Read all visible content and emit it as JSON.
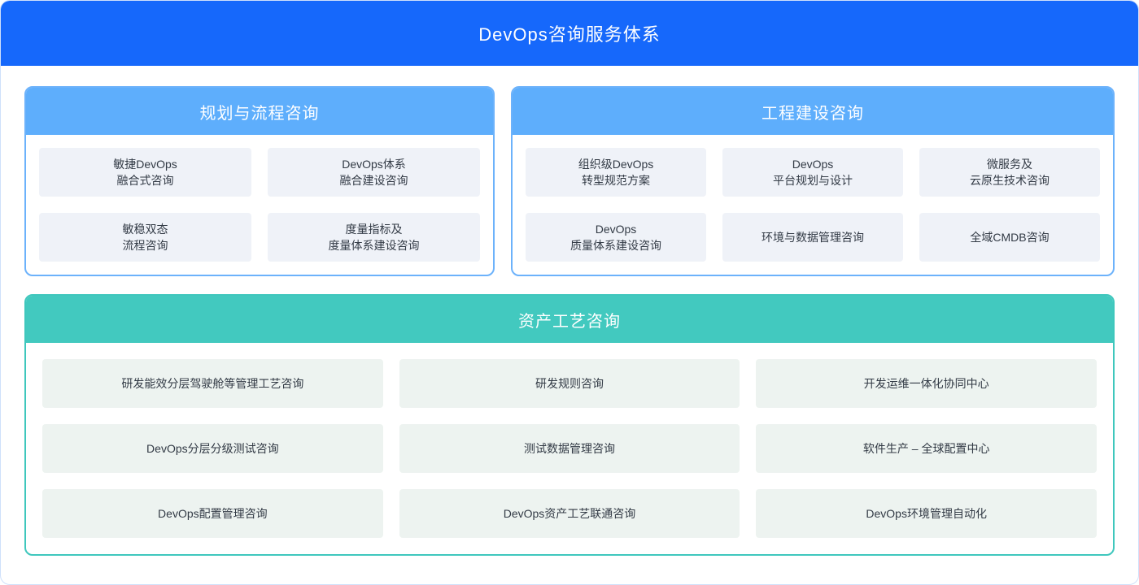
{
  "banner": {
    "title": "DevOps咨询服务体系",
    "background_color": "#1668fb",
    "text_color": "#ffffff"
  },
  "panels": [
    {
      "id": "planning",
      "title": "规划与流程咨询",
      "accent_color": "#5eaefc",
      "border_color": "#6cb2fb",
      "card_color": "#eff2f8",
      "rows": [
        [
          "敏捷DevOps\n融合式咨询",
          "DevOps体系\n融合建设咨询"
        ],
        [
          "敏稳双态\n流程咨询",
          "度量指标及\n度量体系建设咨询"
        ]
      ]
    },
    {
      "id": "engineering",
      "title": "工程建设咨询",
      "accent_color": "#5eaefc",
      "border_color": "#6cb2fb",
      "card_color": "#eff2f8",
      "rows": [
        [
          "组织级DevOps\n转型规范方案",
          "DevOps\n平台规划与设计",
          "微服务及\n云原生技术咨询"
        ],
        [
          "DevOps\n质量体系建设咨询",
          "环境与数据管理咨询",
          "全域CMDB咨询"
        ]
      ]
    },
    {
      "id": "assets",
      "title": "资产工艺咨询",
      "accent_color": "#42c9bf",
      "border_color": "#3fc7bd",
      "card_color": "#edf3f0",
      "rows": [
        [
          "研发能效分层驾驶舱等管理工艺咨询",
          "研发规则咨询",
          "开发运维一体化协同中心"
        ],
        [
          "DevOps分层分级测试咨询",
          "测试数据管理咨询",
          "软件生产 – 全球配置中心"
        ],
        [
          "DevOps配置管理咨询",
          "DevOps资产工艺联通咨询",
          "DevOps环境管理自动化"
        ]
      ]
    }
  ]
}
